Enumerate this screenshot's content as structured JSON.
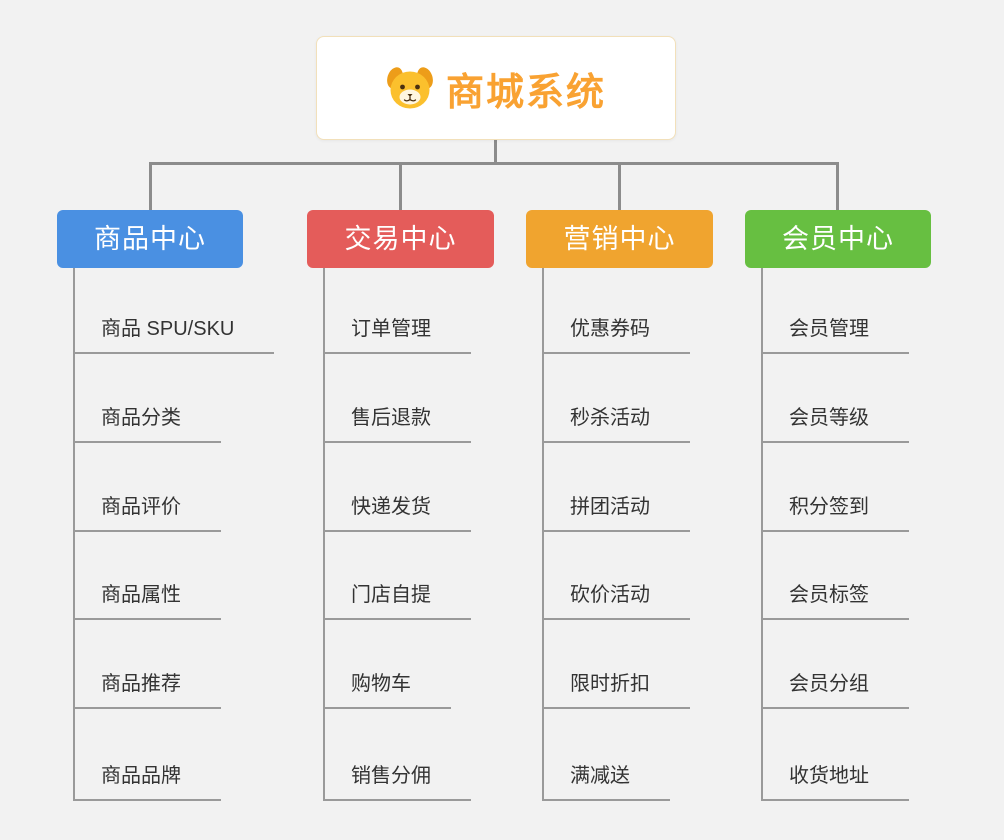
{
  "root": {
    "title": "商城系统",
    "title_color": "#f9a232",
    "icon": "dog-icon"
  },
  "branches": [
    {
      "label": "商品中心",
      "color": "#4a90e2",
      "children": [
        "商品 SPU/SKU",
        "商品分类",
        "商品评价",
        "商品属性",
        "商品推荐",
        "商品品牌"
      ]
    },
    {
      "label": "交易中心",
      "color": "#e45c5a",
      "children": [
        "订单管理",
        "售后退款",
        "快递发货",
        "门店自提",
        "购物车",
        "销售分佣"
      ]
    },
    {
      "label": "营销中心",
      "color": "#f0a42f",
      "children": [
        "优惠券码",
        "秒杀活动",
        "拼团活动",
        "砍价活动",
        "限时折扣",
        "满减送"
      ]
    },
    {
      "label": "会员中心",
      "color": "#67bf41",
      "children": [
        "会员管理",
        "会员等级",
        "积分签到",
        "会员标签",
        "会员分组",
        "收货地址"
      ]
    }
  ]
}
